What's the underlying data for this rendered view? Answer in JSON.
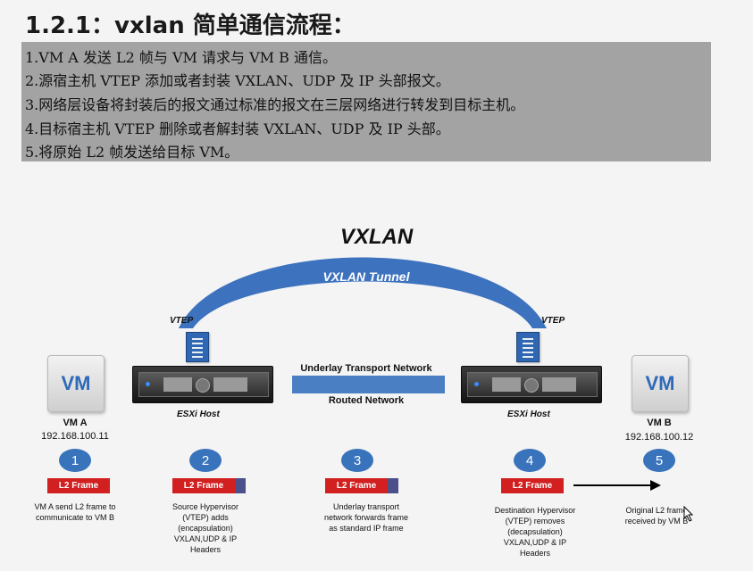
{
  "slide": {
    "title": "1.2.1：vxlan 简单通信流程：",
    "steps": [
      "1.VM A 发送 L2 帧与 VM 请求与 VM B 通信。",
      "2.源宿主机 VTEP 添加或者封装 VXLAN、UDP 及 IP 头部报文。",
      "3.网络层设备将封装后的报文通过标准的报文在三层网络进行转发到目标主机。",
      "4.目标宿主机 VTEP 删除或者解封装 VXLAN、UDP 及 IP 头部。",
      "5.将原始 L2 帧发送给目标 VM。"
    ]
  },
  "diagram": {
    "title": "VXLAN",
    "tunnel_label": "VXLAN Tunnel",
    "vtep_label": "VTEP",
    "host_label": "ESXi Host",
    "underlay_label": "Underlay Transport Network",
    "routed_label": "Routed Network",
    "vm_a": {
      "badge": "VM",
      "name": "VM A",
      "ip": "192.168.100.11"
    },
    "vm_b": {
      "badge": "VM",
      "name": "VM B",
      "ip": "192.168.100.12"
    },
    "frame_label": "L2 Frame",
    "steps": [
      {
        "num": "1",
        "desc": "VM A send L2 frame to\ncommunicate to VM B"
      },
      {
        "num": "2",
        "desc": "Source Hypervisor\n(VTEP) adds\n(encapsulation)\nVXLAN,UDP & IP\nHeaders"
      },
      {
        "num": "3",
        "desc": "Underlay transport\nnetwork forwards frame\nas standard IP frame"
      },
      {
        "num": "4",
        "desc": "Destination Hypervisor\n(VTEP) removes\n(decapsulation)\nVXLAN,UDP & IP\nHeaders"
      },
      {
        "num": "5",
        "desc": "Original L2 frame\nreceived by VM B"
      }
    ],
    "colors": {
      "tunnel": "#3d72bf",
      "frame": "#d21f1f",
      "circle": "#3973bb",
      "vm_text": "#2f6ab8"
    }
  }
}
